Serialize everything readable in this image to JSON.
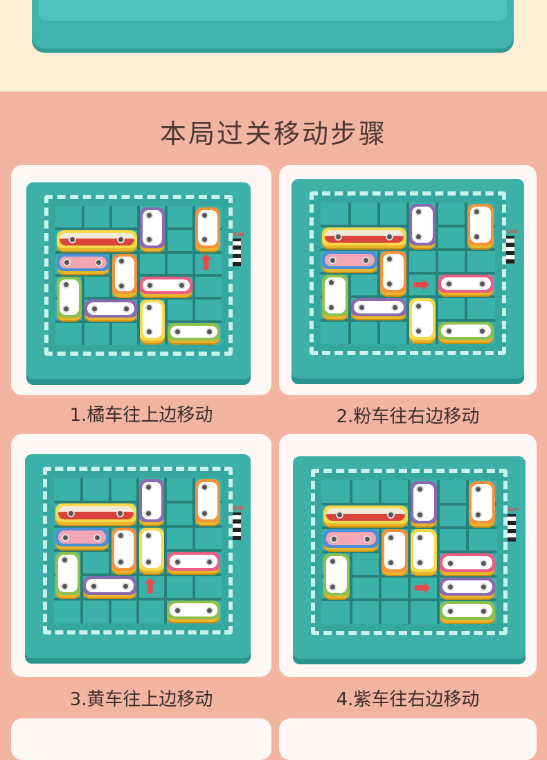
{
  "title": "本局过关移动步骤",
  "exit_label": "Exit",
  "colors": {
    "background": "#f3b5a1",
    "board": "#3db0a8",
    "orange": "#f5923a",
    "purple": "#8a6bb0",
    "pink": "#ec5d86",
    "green": "#8cc152",
    "yellow": "#f7d94c",
    "bus": "#d9433c",
    "arrow": "#e84a4a"
  },
  "steps": [
    {
      "caption": "1.橘车往上边移动"
    },
    {
      "caption": "2.粉车往右边移动"
    },
    {
      "caption": "3.黄车往上边移动"
    },
    {
      "caption": "4.紫车往右边移动"
    }
  ]
}
